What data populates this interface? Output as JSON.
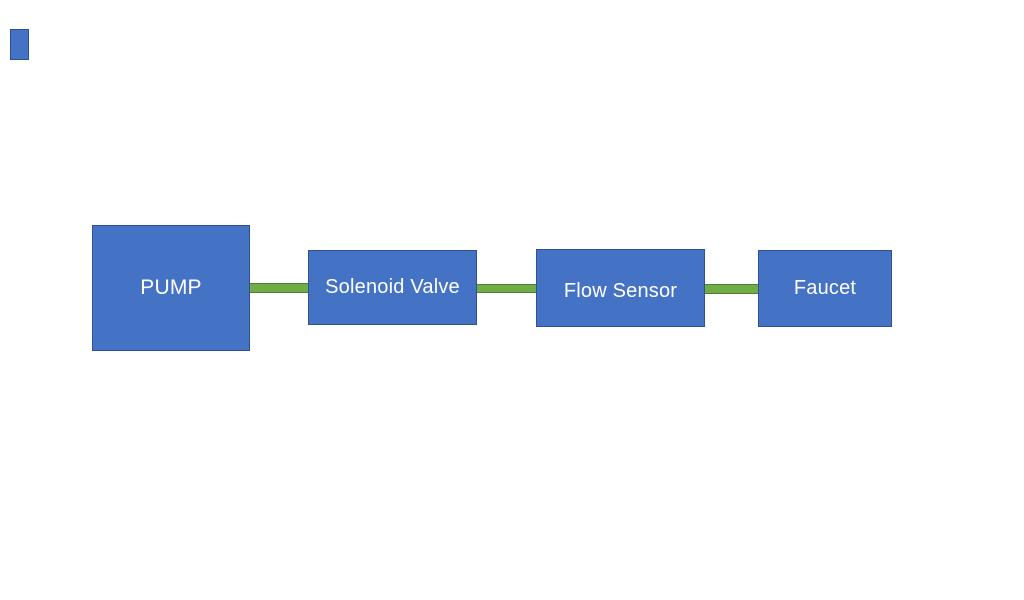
{
  "palette": {
    "background": "#FFFFFF",
    "node_fill": "#4472C4",
    "node_border": "#2F528F",
    "connector_fill": "#70AD47",
    "connector_border": "#507E32",
    "label_color": "#FFFFFF"
  },
  "diagram": {
    "type": "block-diagram",
    "flow_order": [
      "PUMP",
      "Solenoid Valve",
      "Flow Sensor",
      "Faucet"
    ],
    "nodes": [
      {
        "id": "pump",
        "label": "PUMP"
      },
      {
        "id": "solenoid-valve",
        "label": "Solenoid Valve"
      },
      {
        "id": "flow-sensor",
        "label": "Flow Sensor"
      },
      {
        "id": "faucet",
        "label": "Faucet"
      }
    ],
    "connectors": [
      {
        "id": "pump-to-solenoid-valve",
        "from": "PUMP",
        "to": "Solenoid Valve"
      },
      {
        "id": "solenoid-valve-to-flow-sensor",
        "from": "Solenoid Valve",
        "to": "Flow Sensor"
      },
      {
        "id": "flow-sensor-to-faucet",
        "from": "Flow Sensor",
        "to": "Faucet"
      }
    ]
  }
}
